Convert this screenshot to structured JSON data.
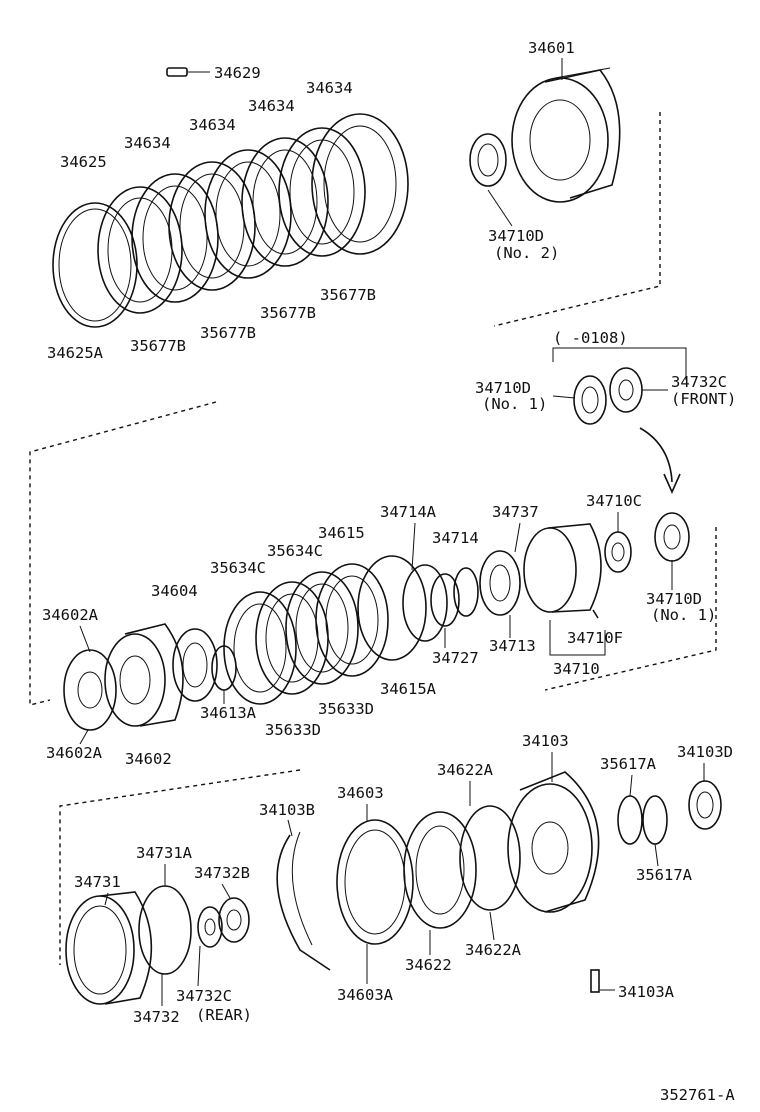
{
  "diagram_id": "352761-A",
  "labels": {
    "p34629": "34629",
    "p34601": "34601",
    "p34634a": "34634",
    "p34634b": "34634",
    "p34634c": "34634",
    "p34634d": "34634",
    "p34625": "34625",
    "p34625A": "34625A",
    "p35677Ba": "35677B",
    "p35677Bb": "35677B",
    "p35677Bc": "35677B",
    "p35677Bd": "35677B",
    "p34710D_no2": "34710D",
    "no2": "(No. 2)",
    "range": "(      -0108)",
    "p34710D_no1a": "34710D",
    "no1a": "(No. 1)",
    "p34732C_front": "34732C",
    "front": "(FRONT)",
    "p34714A": "34714A",
    "p34737": "34737",
    "p34710C": "34710C",
    "p34615": "34615",
    "p34714": "34714",
    "p35634Ca": "35634C",
    "p35634Cb": "35634C",
    "p34604": "34604",
    "p34602Aa": "34602A",
    "p34710D_no1b": "34710D",
    "no1b": "(No. 1)",
    "p34710F": "34710F",
    "p34713": "34713",
    "p34727": "34727",
    "p34710": "34710",
    "p34613A": "34613A",
    "p34615A": "34615A",
    "p35633Da": "35633D",
    "p35633Db": "35633D",
    "p34602Ab": "34602A",
    "p34602": "34602",
    "p34103": "34103",
    "p34622A_top": "34622A",
    "p35617Aa": "35617A",
    "p34103D": "34103D",
    "p34603": "34603",
    "p34103B": "34103B",
    "p34731A": "34731A",
    "p34732B": "34732B",
    "p34731": "34731",
    "p35617Ab": "35617A",
    "p34622": "34622",
    "p34622A_bot": "34622A",
    "p34603A": "34603A",
    "p34103A": "34103A",
    "p34732C_rear": "34732C",
    "rear": "(REAR)",
    "p34732": "34732"
  }
}
